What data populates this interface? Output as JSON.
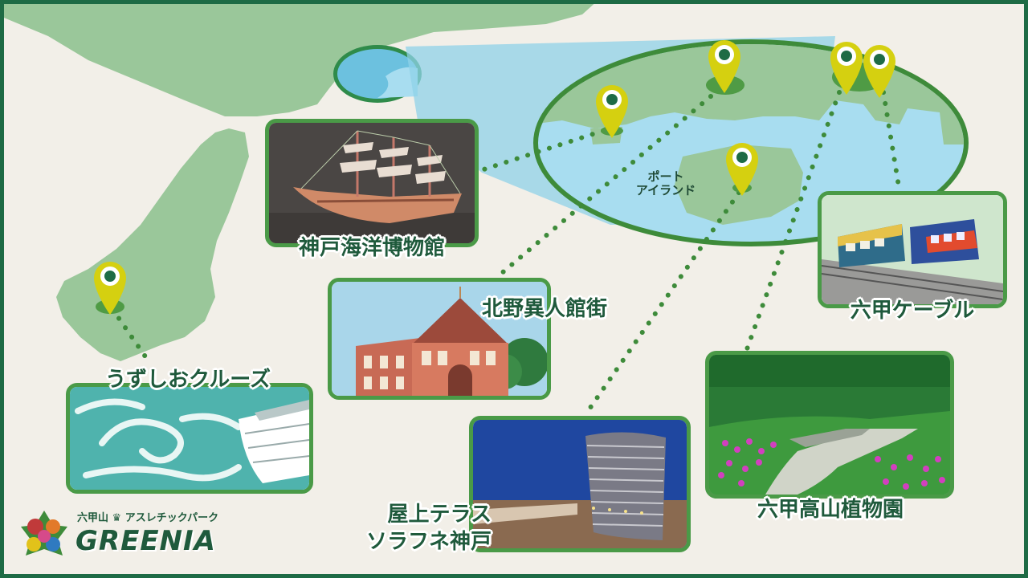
{
  "map": {
    "island_label": "ポート\nアイランド"
  },
  "places": [
    {
      "id": "kobe-maritime-museum",
      "label": "神戸海洋博物館"
    },
    {
      "id": "kitano-ijinkan",
      "label": "北野異人館街"
    },
    {
      "id": "rokko-cable",
      "label": "六甲ケーブル"
    },
    {
      "id": "uzushio-cruise",
      "label": "うずしおクルーズ"
    },
    {
      "id": "sorafune",
      "label": "屋上テラス\nソラフネ神戸"
    },
    {
      "id": "rokko-alpine-botanical-garden",
      "label": "六甲高山植物園"
    }
  ],
  "logo": {
    "small_text": "六甲山",
    "small_text_suffix": "アスレチックパーク",
    "brand": "GREENIA"
  },
  "colors": {
    "background": "#f2efe8",
    "land": "#9ac79a",
    "sea": "#a8ddf0",
    "frame": "#1e6b45",
    "card_border": "#4a9a47",
    "pin": "#d5d010",
    "route_dots": "#3e8b3a",
    "label_text": "#1f5a3c"
  }
}
